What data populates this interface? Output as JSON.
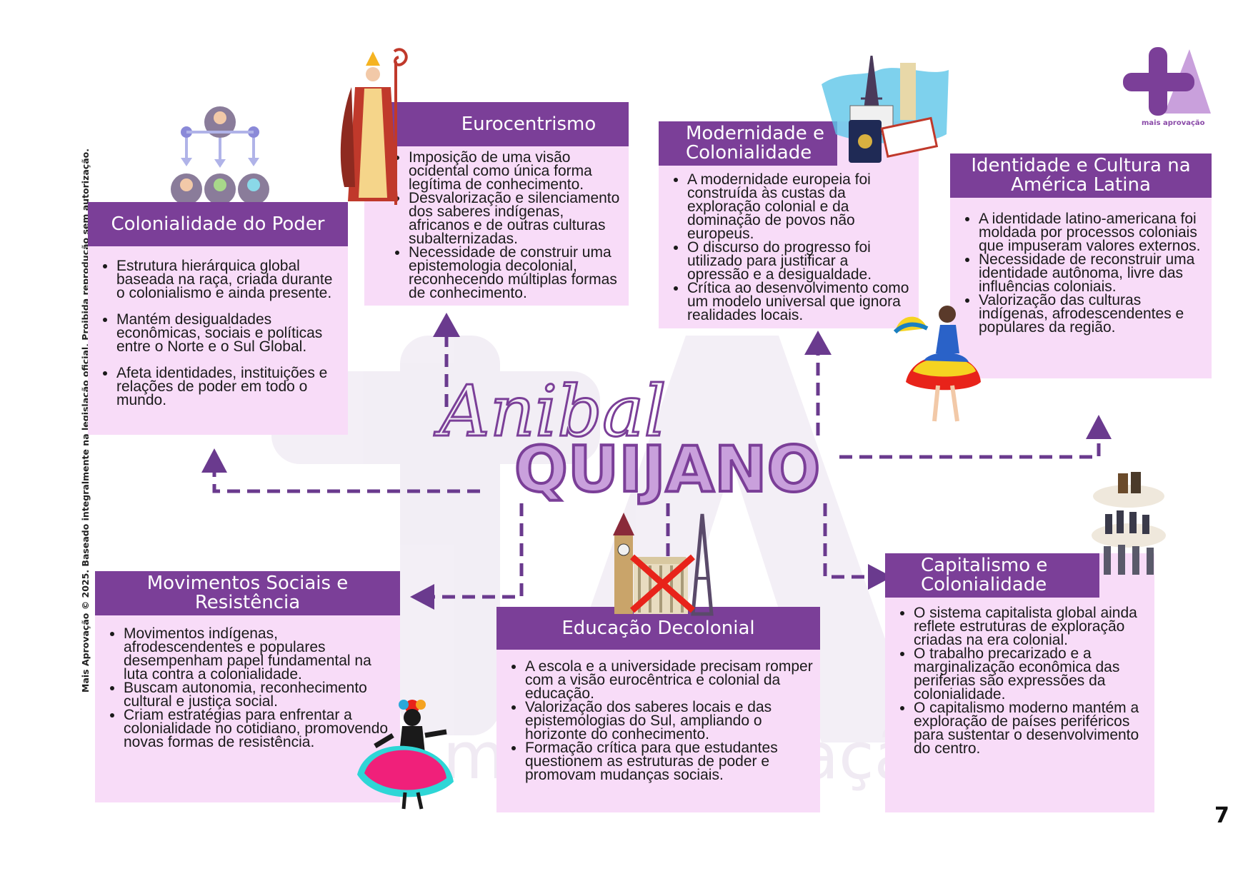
{
  "brand": {
    "logo_text": "mais aprovação",
    "primary": "#7b3f98",
    "box_bg": "#f8dcf8",
    "light": "#c9a0dc"
  },
  "side_notice": "Mais Aprovação © 2025. Baseado integralmente na legislação oficial. Proibida reprodução sem autorização.",
  "page_number": "7",
  "center": {
    "first_name": "Anibal",
    "last_name": "QUIJANO"
  },
  "boxes": {
    "colonialidade_poder": {
      "title": "Colonialidade do Poder",
      "items": [
        "Estrutura hierárquica global baseada na raça, criada durante o colonialismo e ainda presente.",
        "Mantém desigualdades econômicas, sociais e políticas entre o Norte e o Sul Global.",
        "Afeta identidades, instituições e relações de poder em todo o mundo."
      ]
    },
    "eurocentrismo": {
      "title": "Eurocentrismo",
      "items": [
        "Imposição de uma visão ocidental como única forma legítima de conhecimento.",
        "Desvalorização e silenciamento dos saberes indígenas, africanos e de outras culturas subalternizadas.",
        "Necessidade de construir uma epistemologia decolonial, reconhecendo múltiplas formas de conhecimento."
      ]
    },
    "modernidade": {
      "title": "Modernidade e Colonialidade",
      "items": [
        "A modernidade europeia foi construída às custas da exploração colonial e da dominação de povos não europeus.",
        "O discurso do progresso foi utilizado para justificar a opressão e a desigualdade.",
        "Crítica ao desenvolvimento como um modelo universal que ignora realidades locais."
      ]
    },
    "identidade": {
      "title": "Identidade e Cultura na América Latina",
      "items": [
        "A identidade latino-americana foi moldada por processos coloniais que impuseram valores externos.",
        "Necessidade de reconstruir uma identidade autônoma, livre das influências coloniais.",
        "Valorização das culturas indígenas, afrodescendentes e populares da região."
      ]
    },
    "movimentos": {
      "title": "Movimentos Sociais e Resistência",
      "items": [
        "Movimentos indígenas, afrodescendentes e populares desempenham papel fundamental na luta contra a colonialidade.",
        "Buscam autonomia, reconhecimento cultural e justiça social.",
        "Criam estratégias para enfrentar a colonialidade no cotidiano, promovendo novas formas de resistência."
      ]
    },
    "educacao": {
      "title": "Educação Decolonial",
      "items": [
        "A escola e a universidade precisam romper com a visão eurocêntrica e colonial da educação.",
        "Valorização dos saberes locais e das epistemologias do Sul, ampliando o horizonte do conhecimento.",
        "Formação crítica para que estudantes questionem as estruturas de poder e promovam mudanças sociais."
      ]
    },
    "capitalismo": {
      "title": "Capitalismo e Colonialidade",
      "items": [
        "O sistema capitalista global ainda reflete estruturas de exploração criadas na era colonial.",
        "O trabalho precarizado e a marginalização econômica das periferias são expressões da colonialidade.",
        "O capitalismo moderno mantém a exploração de países periféricos para sustentar o desenvolvimento do centro."
      ]
    }
  },
  "icons": [
    "hierarchy-people-icon",
    "bishop-figure-icon",
    "world-landmarks-passport-icon",
    "latin-dancer-icon",
    "crossed-out-landmarks-icon",
    "business-people-platform-icon",
    "dancer-silhouette-icon",
    "mais-aprovacao-logo-icon"
  ]
}
